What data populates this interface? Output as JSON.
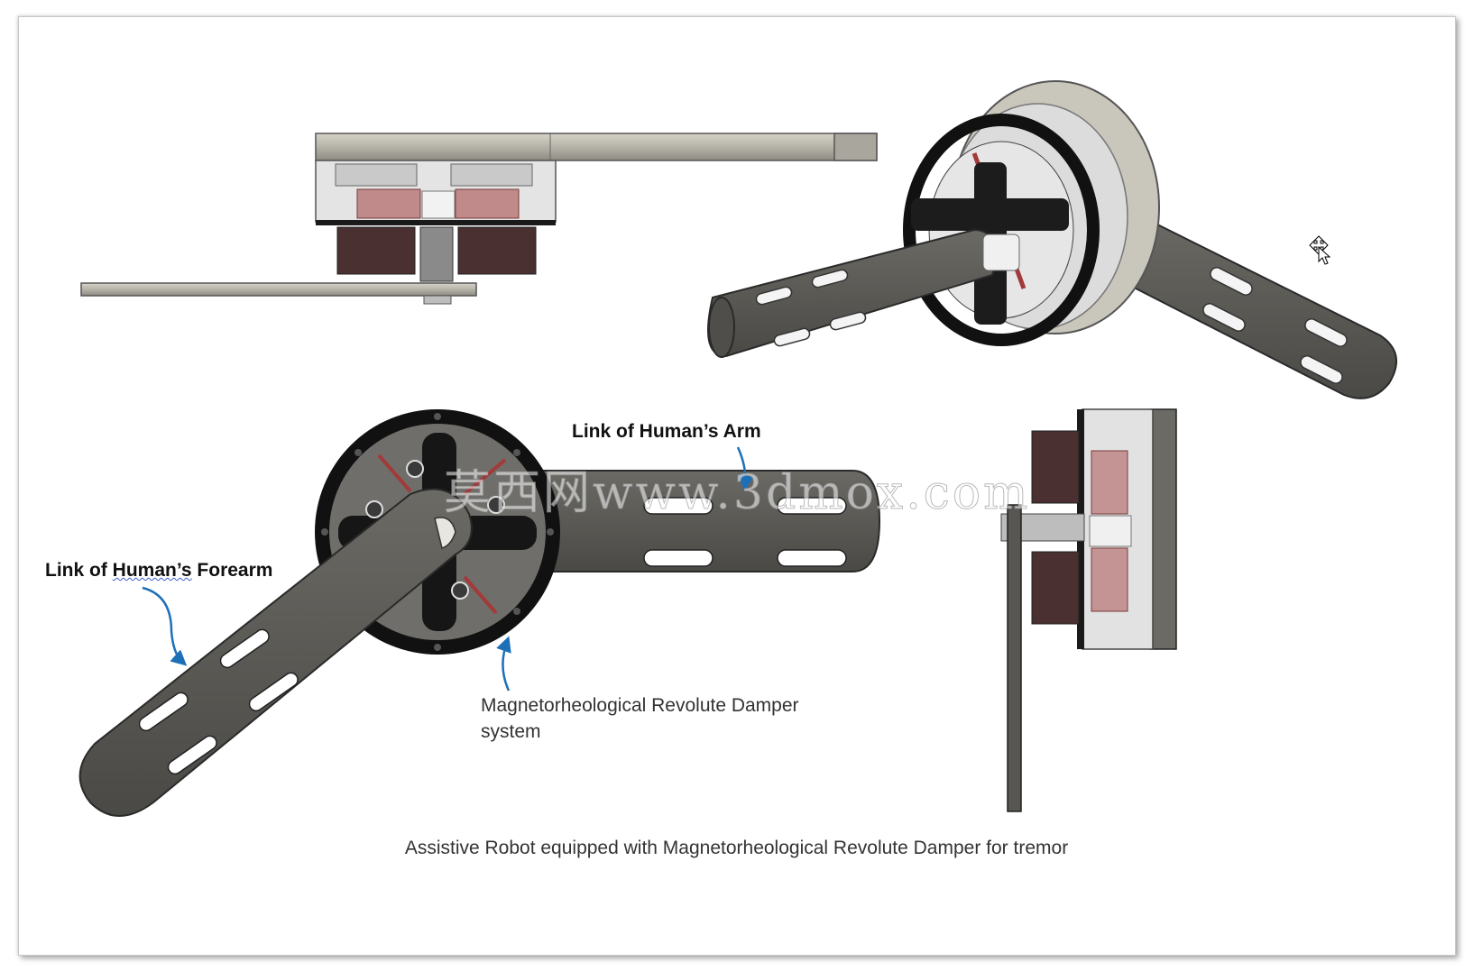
{
  "labels": {
    "arm": "Link of  Human’s  Arm",
    "forearm_prefix": "Link of  ",
    "forearm_word": "Human’s",
    "forearm_suffix": "  Forearm",
    "damper_line1": "Magnetorheological Revolute Damper",
    "damper_line2": "system"
  },
  "caption": "Assistive Robot equipped with Magnetorheological Revolute Damper for tremor",
  "watermark": "莫西网www.3dmox.com",
  "colors": {
    "link_gray": "#5b5a56",
    "link_dark": "#3e3d3a",
    "housing_black": "#111111",
    "accent_red": "#a23a3a",
    "arrow_blue": "#1d6fb8"
  },
  "icons": [
    "move-cursor-icon"
  ]
}
